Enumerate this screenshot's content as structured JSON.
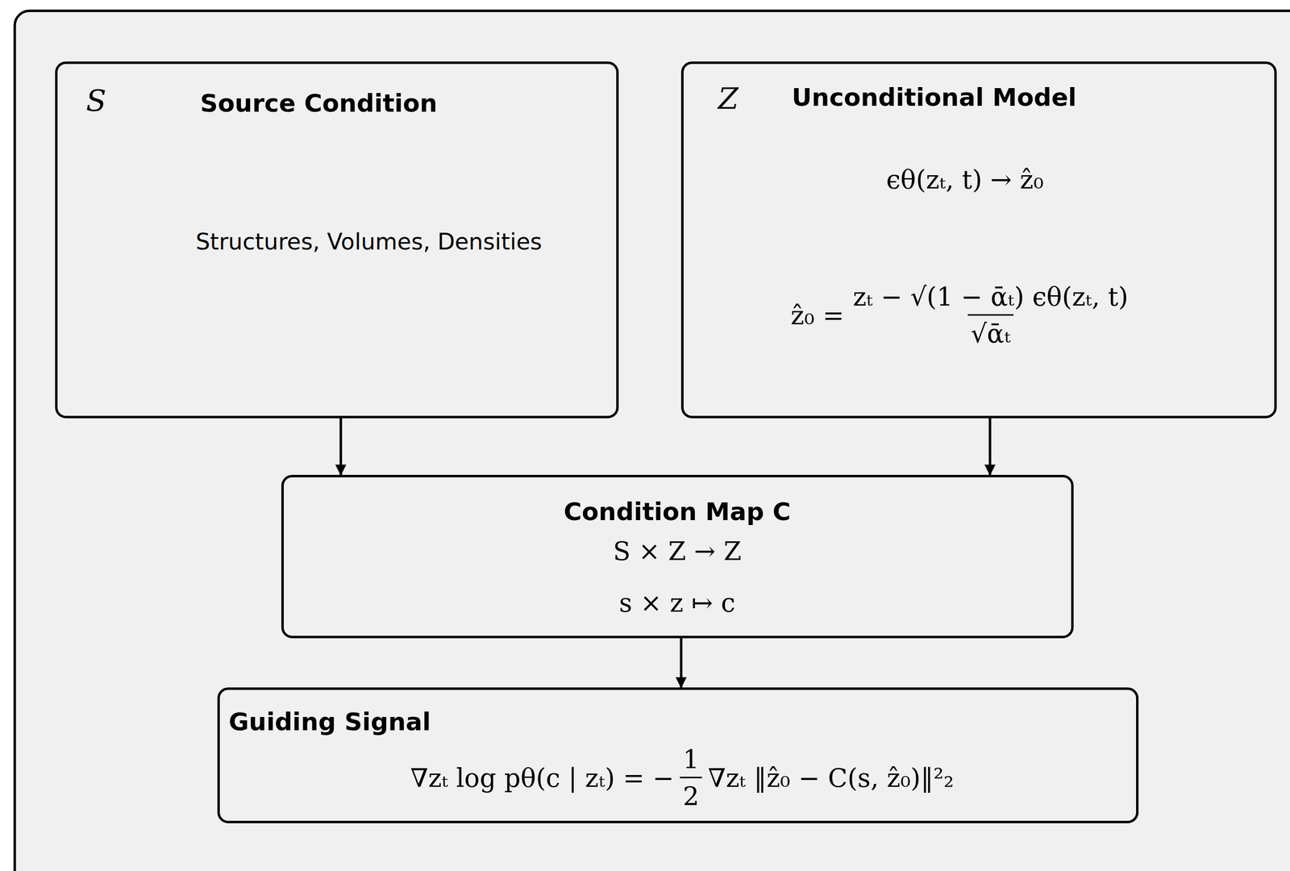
{
  "diagram": {
    "nodes": [
      {
        "text": [
          "S",
          "Source Condition",
          "Structures, Volumes, Densities"
        ]
      },
      {
        "text": [
          "Z",
          "Unconditional Model",
          "ϵθ(zₜ, t) → ẑ₀",
          "ẑ₀ =",
          "zₜ − √(1 − ᾱₜ) ϵθ(zₜ, t)",
          "√ᾱₜ"
        ]
      },
      {
        "text": [
          "Condition Map C",
          "S × Z → Z",
          "s × z ↦ c"
        ]
      },
      {
        "text": [
          "Guiding Signal",
          "∇zₜ log pθ(c | zₜ) = −",
          "1",
          "2",
          "∇zₜ ‖ẑ₀ − C(s, ẑ₀)‖²₂"
        ]
      }
    ],
    "edges": [
      {
        "from": 0,
        "to": 2,
        "arrow": "to"
      },
      {
        "from": 1,
        "to": 2,
        "arrow": "to"
      },
      {
        "from": 2,
        "to": 3,
        "arrow": "to"
      }
    ]
  }
}
